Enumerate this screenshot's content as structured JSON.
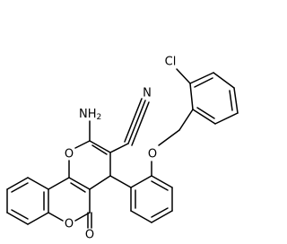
{
  "molecule": {
    "atom_labels": {
      "amino": "NH",
      "amino_sub": "2",
      "ring_oxygen": "O",
      "lactone_oxygen": "O",
      "carbonyl_oxygen": "O",
      "ether_oxygen": "O",
      "nitrile_nitrogen": "N",
      "chlorine": "Cl"
    }
  }
}
